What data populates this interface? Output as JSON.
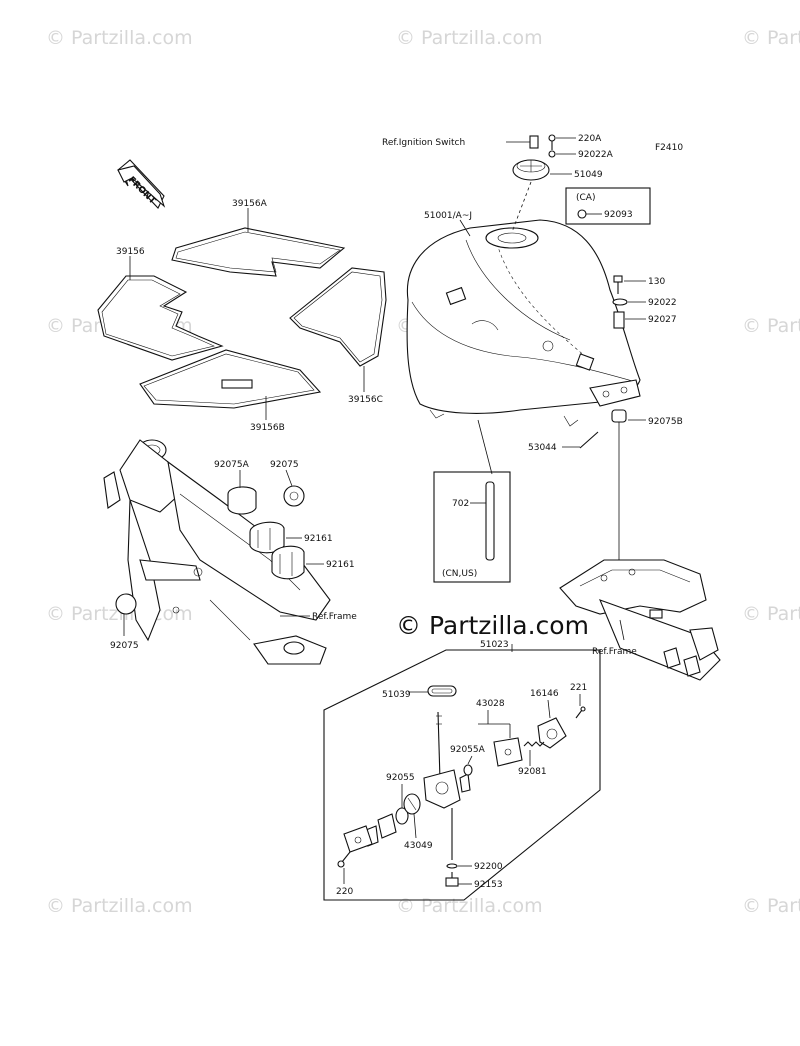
{
  "figure_code": "F2410",
  "front_arrow_label": "FRONT",
  "watermark": "© Partzilla.com",
  "main_watermark": "© Partzilla.com",
  "refs": {
    "ignition_switch": "Ref.Ignition Switch",
    "frame_left": "Ref.Frame",
    "frame_right": "Ref.Frame"
  },
  "box_notes": {
    "ca": "(CA)",
    "cn_us": "(CN,US)"
  },
  "parts": {
    "p220A": "220A",
    "p92022A": "92022A",
    "p51049": "51049",
    "p92093": "92093",
    "p51001": "51001/A~J",
    "p130": "130",
    "p92022": "92022",
    "p92027": "92027",
    "p92075B": "92075B",
    "p53044": "53044",
    "p39156A": "39156A",
    "p39156": "39156",
    "p39156C": "39156C",
    "p39156B": "39156B",
    "p92075A": "92075A",
    "p92075_top": "92075",
    "p92161_a": "92161",
    "p92161_b": "92161",
    "p92075_bottom": "92075",
    "p702": "702",
    "p51023": "51023",
    "p51039": "51039",
    "p43028": "43028",
    "p16146": "16146",
    "p221": "221",
    "p92055A": "92055A",
    "p92081": "92081",
    "p92055": "92055",
    "p43049": "43049",
    "p92200": "92200",
    "p92153": "92153",
    "p220": "220"
  }
}
